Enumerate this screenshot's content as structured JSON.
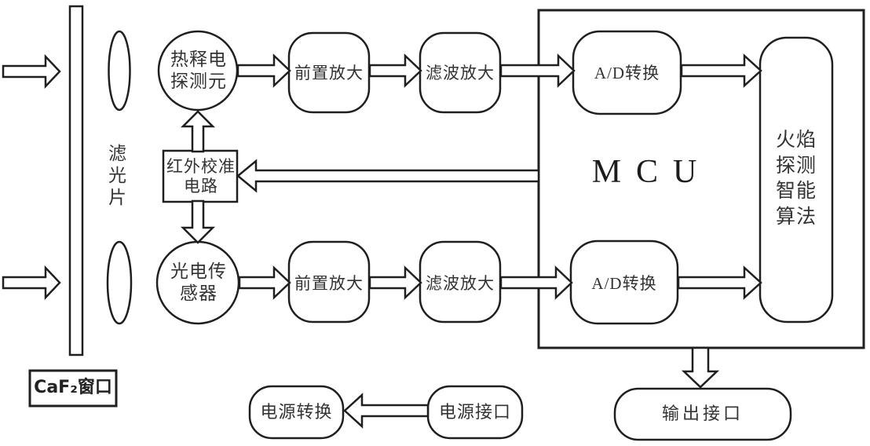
{
  "diagram": {
    "optics": {
      "filter_label": "滤\n光\n片",
      "caf2_window": "CaF₂窗口"
    },
    "sensors": {
      "pyro_detector": "热释电\n探测元",
      "photo_sensor": "光电传\n感器",
      "calibration": "红外校准\n电路"
    },
    "signal_chain": {
      "preamp": "前置放大",
      "filter_amp": "滤波放大",
      "adc": "A/D转换"
    },
    "mcu": {
      "label": "MCU",
      "algorithm": "火焰\n探测\n智能\n算法"
    },
    "io": {
      "output_port": "输出接口",
      "power_convert": "电源转换",
      "power_port": "电源接口"
    },
    "colors": {
      "stroke": "#1f1f1f",
      "text": "#333333",
      "background": "#ffffff"
    }
  }
}
